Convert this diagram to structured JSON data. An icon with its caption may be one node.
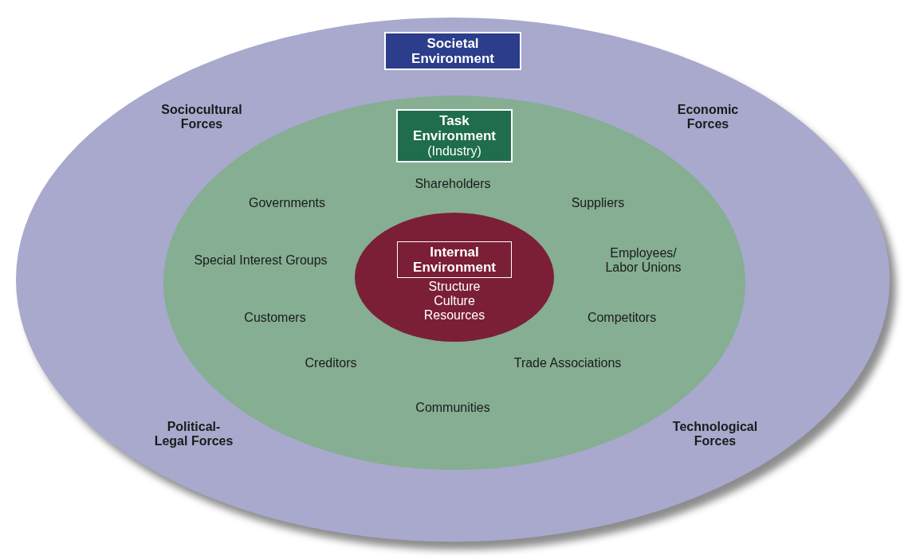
{
  "diagram": {
    "nodes": [
      {
        "text": [
          "Societal Environment"
        ]
      },
      {
        "text": [
          "Task Environment",
          "(Industry)"
        ],
        "in": 0
      },
      {
        "text": [
          "Internal Environment",
          "Structure Culture Resources"
        ],
        "in": 1
      }
    ],
    "labels": [
      "Sociocultural Forces",
      "Economic Forces",
      "Shareholders",
      "Governments",
      "Suppliers",
      "Special Interest Groups",
      "Employees/ Labor Unions",
      "Customers",
      "Competitors",
      "Creditors",
      "Trade Associations",
      "Communities",
      "Political-Legal Forces",
      "Technological Forces"
    ]
  }
}
